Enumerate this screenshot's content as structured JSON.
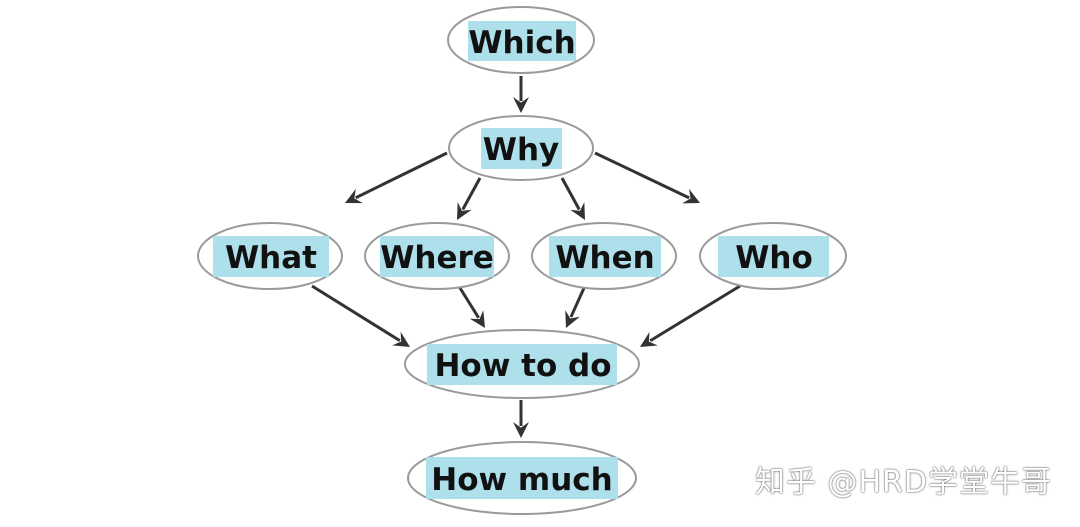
{
  "nodes": {
    "which": "Which",
    "why": "Why",
    "what": "What",
    "where": "Where",
    "when": "When",
    "who": "Who",
    "how_to_do": "How to do",
    "how_much": "How much"
  },
  "edges": [
    {
      "from": "which",
      "to": "why"
    },
    {
      "from": "why",
      "to": "what"
    },
    {
      "from": "why",
      "to": "where"
    },
    {
      "from": "why",
      "to": "when"
    },
    {
      "from": "why",
      "to": "who"
    },
    {
      "from": "what",
      "to": "how_to_do"
    },
    {
      "from": "where",
      "to": "how_to_do"
    },
    {
      "from": "when",
      "to": "how_to_do"
    },
    {
      "from": "who",
      "to": "how_to_do"
    },
    {
      "from": "how_to_do",
      "to": "how_much"
    }
  ],
  "watermark": "知乎 @HRD学堂牛哥",
  "colors": {
    "label_highlight": "#aee0ec",
    "node_border": "#9a9a9a",
    "arrow": "#333333"
  }
}
